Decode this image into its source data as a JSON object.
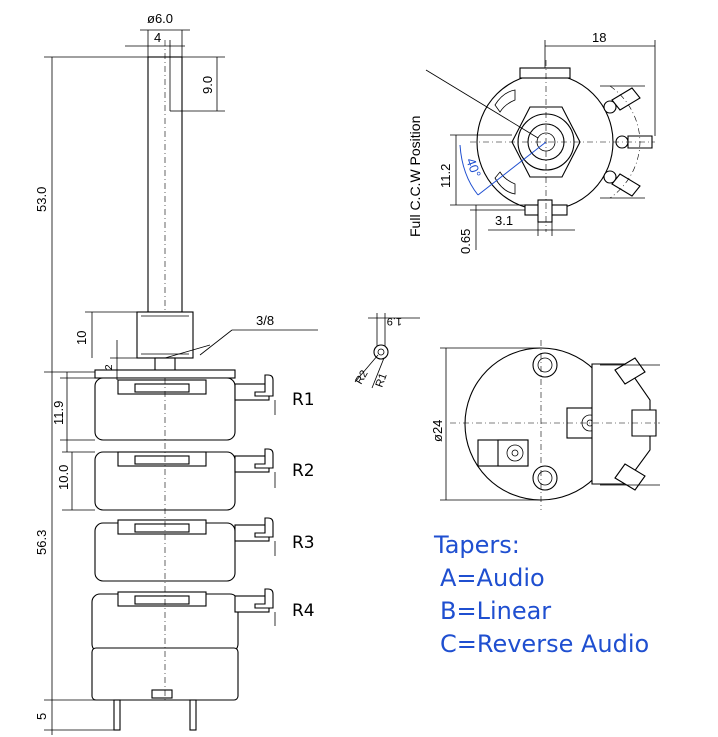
{
  "dimensions": {
    "shaft_diameter": "ø6.0",
    "shaft_flat_width": "4",
    "shaft_flat_length": "9.0",
    "shaft_length": "53.0",
    "bushing_length": "10",
    "bushing_thread": "3/8",
    "bushing_step": "2",
    "deck_pitch": "11.9",
    "deck_height": "10.0",
    "stack_height": "56.3",
    "terminal_length": "5",
    "terminal_span": "18",
    "side_height": "11.2",
    "ccw_angle": "40°",
    "lug_width": "3.1",
    "lug_offset": "0.65",
    "terminal_width": "1.9",
    "radius_r1": "R1",
    "radius_r2": "R2",
    "body_diameter": "ø24"
  },
  "labels": {
    "position_note": "Full C.C.W Position",
    "sections": [
      "R1",
      "R2",
      "R3",
      "R4"
    ]
  },
  "tapers": {
    "heading": "Tapers:",
    "items": [
      "A=Audio",
      "B=Linear",
      "C=Reverse Audio"
    ],
    "color": "#1f4fd0"
  }
}
